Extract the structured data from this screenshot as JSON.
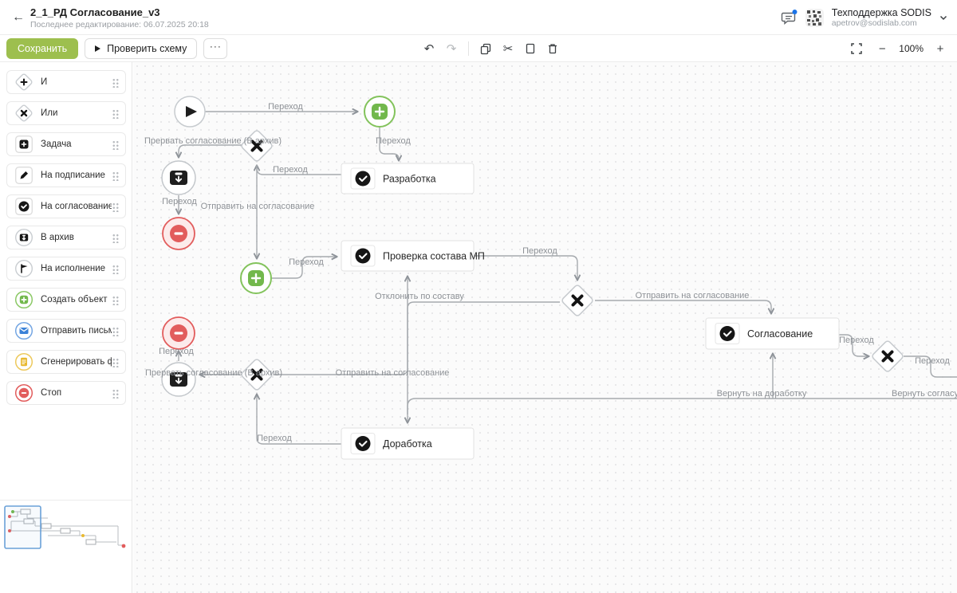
{
  "header": {
    "title": "2_1_РД Согласование_v3",
    "subtitle": "Последнее редактирование: 06.07.2025 20:18",
    "user": {
      "name": "Техподдержка SODIS",
      "email": "apetrov@sodislab.com"
    }
  },
  "toolbar": {
    "save": "Сохранить",
    "check": "Проверить схему",
    "more": "···",
    "zoom_level": "100%",
    "icons": {
      "undo": "↶",
      "redo": "↷",
      "cut": "✂",
      "zoom_out": "−",
      "zoom_in": "+"
    }
  },
  "sidebar": {
    "items": [
      {
        "label": "И",
        "icon": "and-gateway-icon"
      },
      {
        "label": "Или",
        "icon": "or-gateway-icon"
      },
      {
        "label": "Задача",
        "icon": "task-icon"
      },
      {
        "label": "На подписание",
        "icon": "sign-icon"
      },
      {
        "label": "На согласование",
        "icon": "approve-icon"
      },
      {
        "label": "В архив",
        "icon": "archive-icon"
      },
      {
        "label": "На исполнение",
        "icon": "execute-flag-icon"
      },
      {
        "label": "Создать объект",
        "icon": "create-object-icon"
      },
      {
        "label": "Отправить письмо",
        "icon": "send-mail-icon"
      },
      {
        "label": "Сгенерировать ф...",
        "icon": "generate-file-icon"
      },
      {
        "label": "Стоп",
        "icon": "stop-icon"
      }
    ]
  },
  "diagram": {
    "tasks": [
      "Разработка",
      "Проверка состава МП",
      "Согласование",
      "Доработка"
    ],
    "edge_labels": [
      "Переход",
      "Прервать согласование (В архив)",
      "Переход",
      "Переход",
      "Отправить на согласование",
      "Переход",
      "Переход",
      "Переход",
      "Отклонить по составу",
      "Отправить на согласование",
      "Переход",
      "Переход",
      "Вернуть на доработку",
      "Вернуть согласу",
      "Прервать согласование (В архив)",
      "Отправить на согласование",
      "Переход",
      "Переход"
    ]
  },
  "colors": {
    "accent_green": "#9dbf4e",
    "node_green": "#72b84c",
    "stop_red": "#e25c5c",
    "mail_blue": "#3b82d8",
    "file_yellow": "#e8b931",
    "viewport_blue": "#6aa1d8",
    "edge_gray": "#a6aaae"
  }
}
